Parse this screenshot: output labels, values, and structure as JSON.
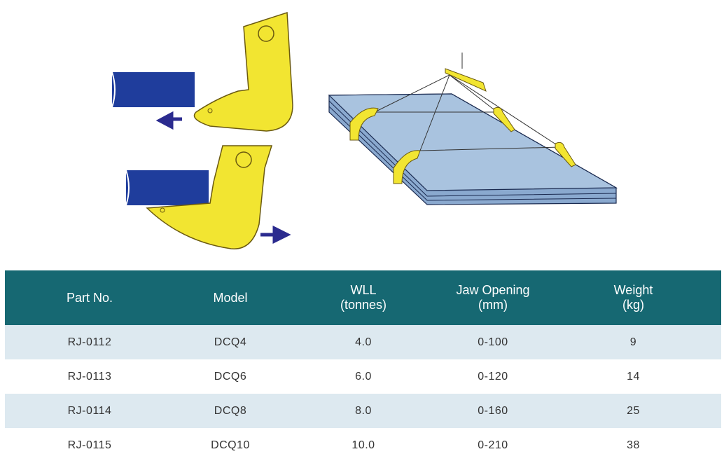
{
  "table": {
    "headers": [
      {
        "l1": "Part No.",
        "l2": ""
      },
      {
        "l1": "Model",
        "l2": ""
      },
      {
        "l1": "WLL",
        "l2": "(tonnes)"
      },
      {
        "l1": "Jaw Opening",
        "l2": "(mm)"
      },
      {
        "l1": "Weight",
        "l2": "(kg)"
      }
    ],
    "rows": [
      [
        "RJ-0112",
        "DCQ4",
        "4.0",
        "0-100",
        "9"
      ],
      [
        "RJ-0113",
        "DCQ6",
        "6.0",
        "0-120",
        "14"
      ],
      [
        "RJ-0114",
        "DCQ8",
        "8.0",
        "0-160",
        "25"
      ],
      [
        "RJ-0115",
        "DCQ10",
        "10.0",
        "0-210",
        "38"
      ]
    ]
  },
  "colors": {
    "header": "#166872",
    "row_alt": "#dde9f0",
    "clamp": "#f2e531",
    "plate": "#1f3d9c",
    "sheet": "#a9c3df"
  }
}
